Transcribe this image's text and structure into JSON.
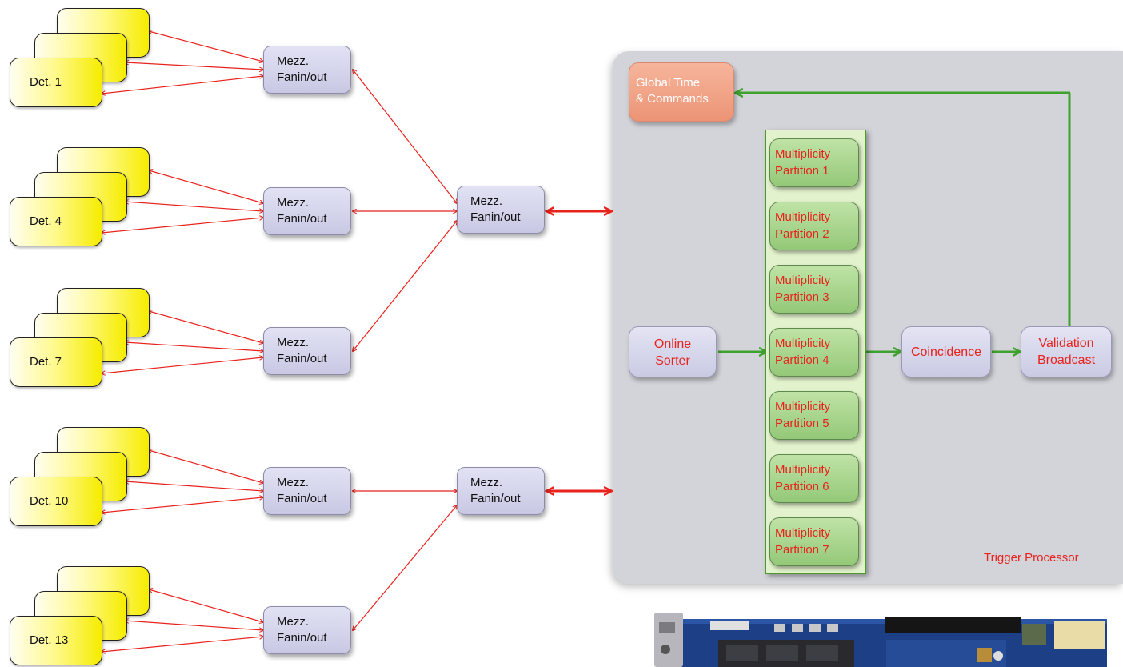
{
  "detectors": [
    {
      "label": "Det. 1"
    },
    {
      "label": "Det. 4"
    },
    {
      "label": "Det. 7"
    },
    {
      "label": "Det. 10"
    },
    {
      "label": "Det. 13"
    }
  ],
  "fanouts": {
    "level1": [
      {
        "line1": "Mezz.",
        "line2": "Fanin/out"
      },
      {
        "line1": "Mezz.",
        "line2": "Fanin/out"
      },
      {
        "line1": "Mezz.",
        "line2": "Fanin/out"
      },
      {
        "line1": "Mezz.",
        "line2": "Fanin/out"
      },
      {
        "line1": "Mezz.",
        "line2": "Fanin/out"
      }
    ],
    "level2": [
      {
        "line1": "Mezz.",
        "line2": "Fanin/out"
      },
      {
        "line1": "Mezz.",
        "line2": "Fanin/out"
      }
    ]
  },
  "trigger_processor": {
    "label": "Trigger Processor",
    "global_time": {
      "line1": "Global Time",
      "line2": "& Commands"
    },
    "online_sorter": {
      "line1": "Online",
      "line2": "Sorter"
    },
    "partitions": [
      {
        "line1": "Multiplicity",
        "line2": "Partition 1"
      },
      {
        "line1": "Multiplicity",
        "line2": "Partition 2"
      },
      {
        "line1": "Multiplicity",
        "line2": "Partition 3"
      },
      {
        "line1": "Multiplicity",
        "line2": "Partition 4"
      },
      {
        "line1": "Multiplicity",
        "line2": "Partition 5"
      },
      {
        "line1": "Multiplicity",
        "line2": "Partition 6"
      },
      {
        "line1": "Multiplicity",
        "line2": "Partition 7"
      }
    ],
    "coincidence": "Coincidence",
    "validation": {
      "line1": "Validation",
      "line2": "Broadcast"
    }
  },
  "colors": {
    "link_red": "#e8221c",
    "flow_green": "#3fa12f",
    "detector_yellow": "#fff98a",
    "processor_bg": "#d2d4da"
  },
  "board_image": "pcb-board-photo"
}
